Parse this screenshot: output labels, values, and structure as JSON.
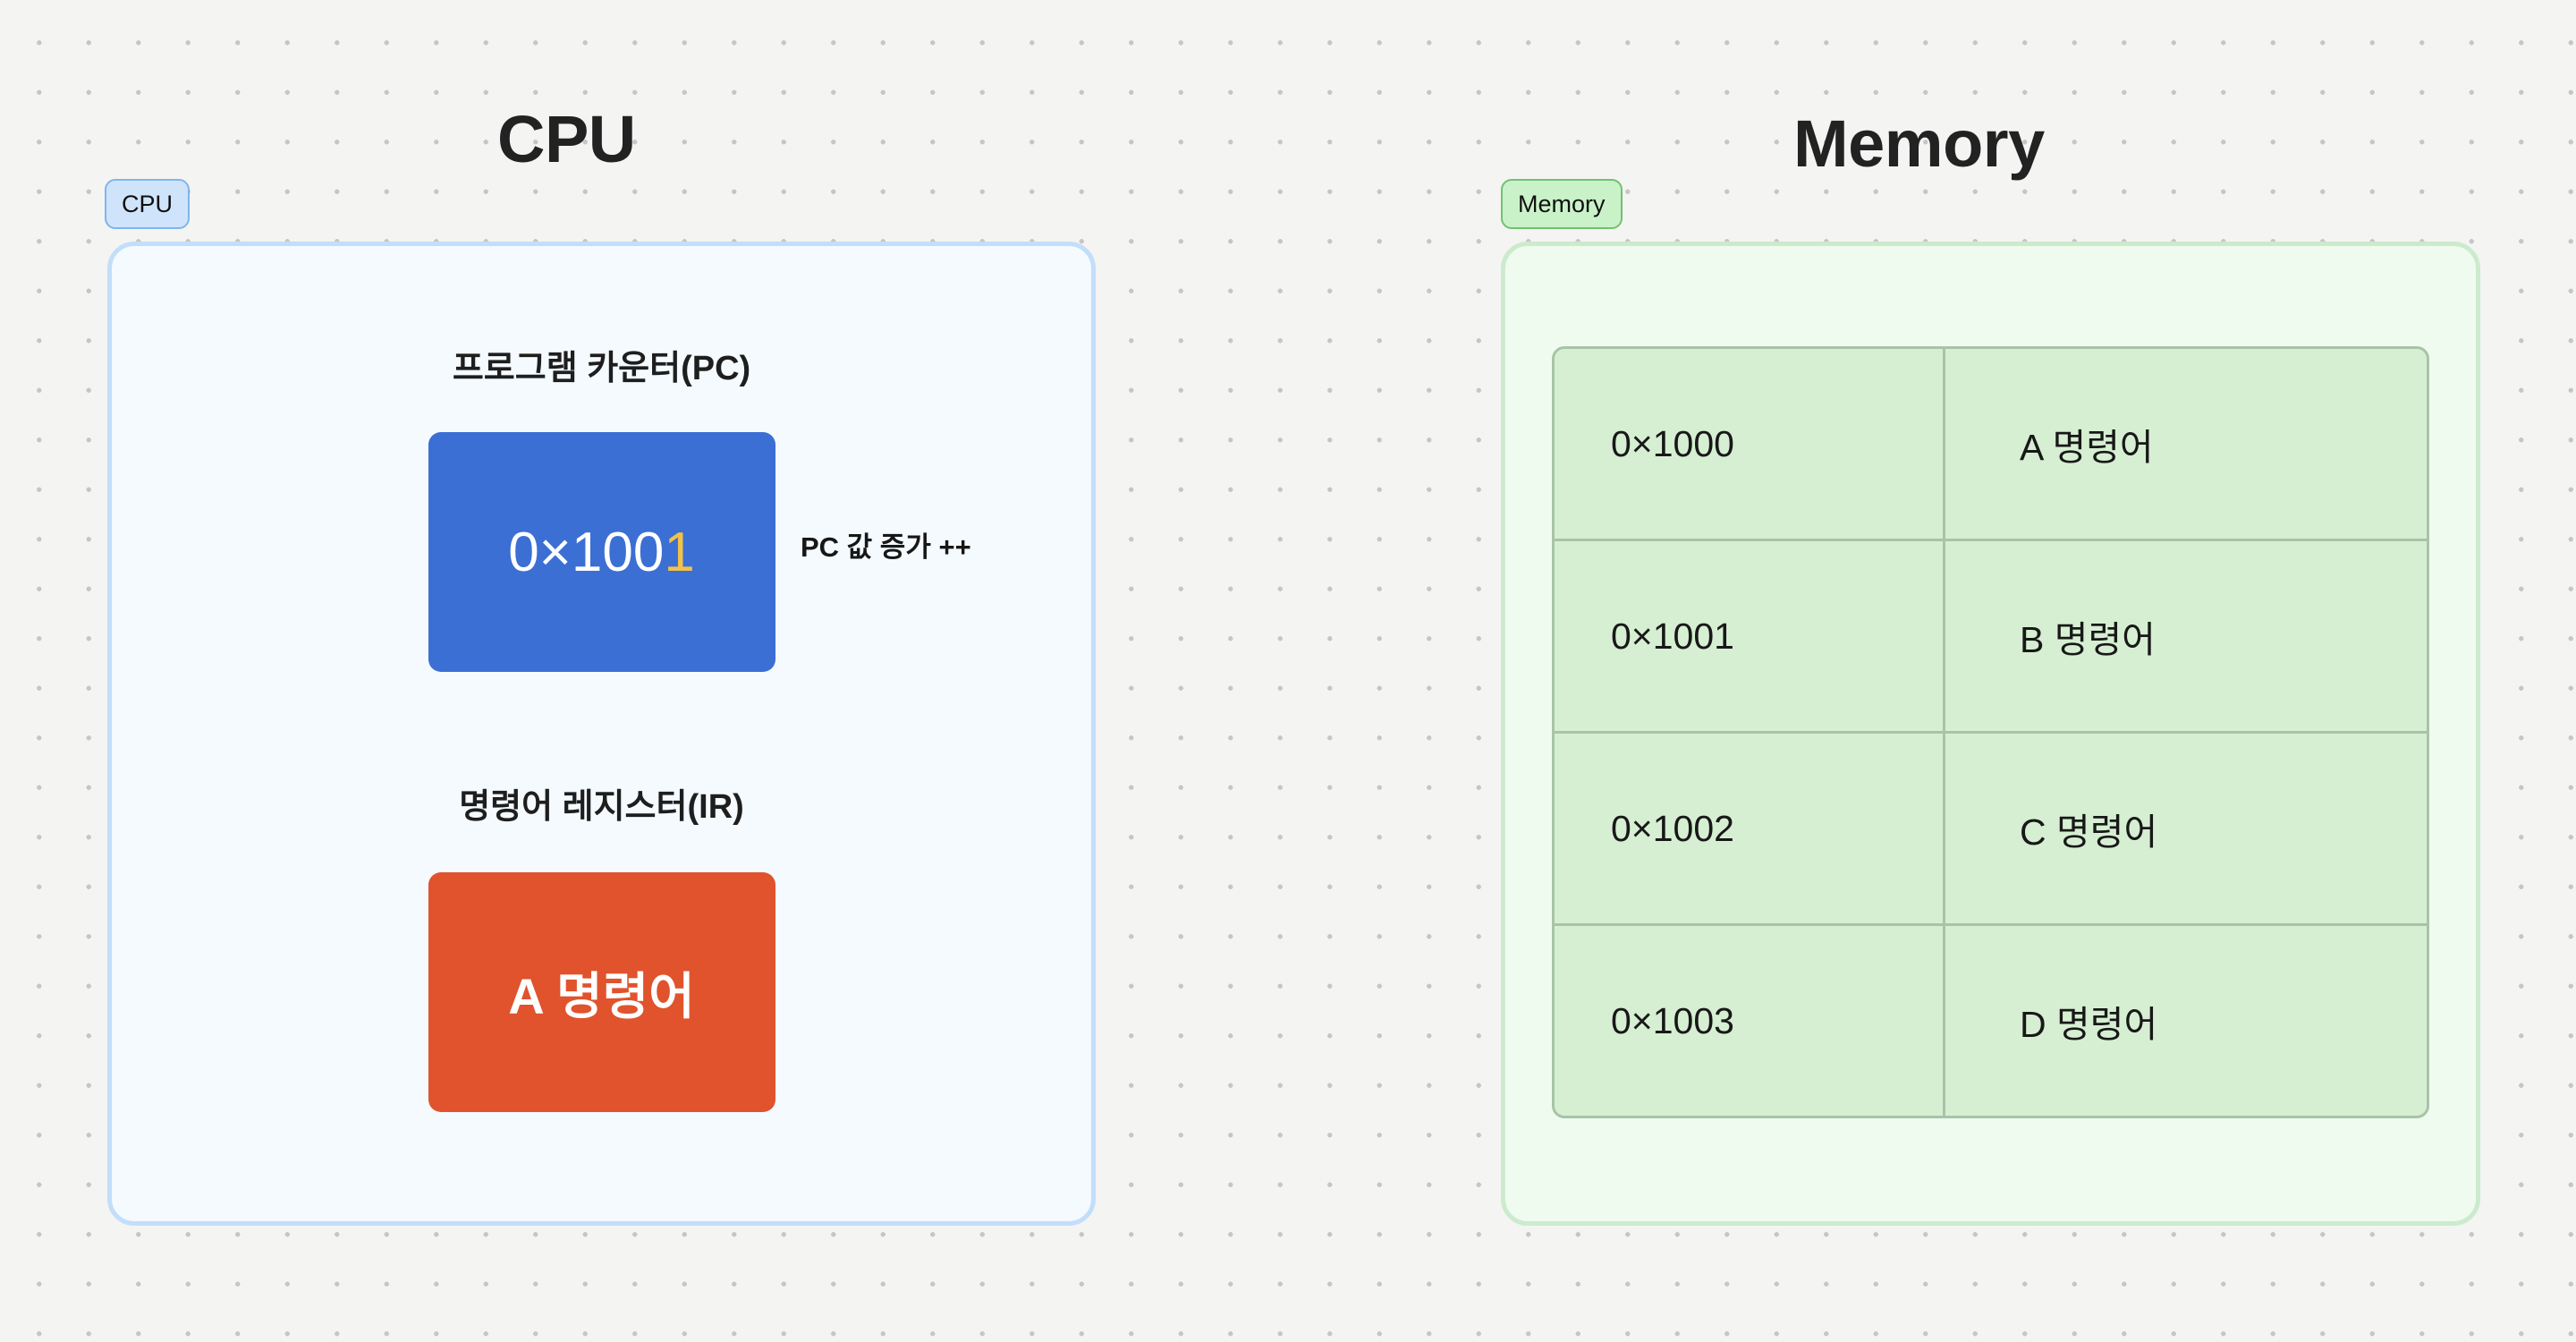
{
  "cpu": {
    "title": "CPU",
    "badge": "CPU",
    "program_counter": {
      "label": "프로그램 카운터(PC)",
      "value_prefix": "0×100",
      "value_highlight": "1",
      "value_full": "0×1001",
      "box_color": "#3B6FD4",
      "highlight_color": "#F2C14A",
      "note": "PC 값 증가 ++"
    },
    "instruction_register": {
      "label": "명령어 레지스터(IR)",
      "value": "A 명령어",
      "box_color": "#E0532C"
    }
  },
  "memory": {
    "title": "Memory",
    "badge": "Memory",
    "rows": [
      {
        "address": "0×1000",
        "instruction": "A 명령어"
      },
      {
        "address": "0×1001",
        "instruction": "B 명령어"
      },
      {
        "address": "0×1002",
        "instruction": "C 명령어"
      },
      {
        "address": "0×1003",
        "instruction": "D 명령어"
      }
    ]
  },
  "theme": {
    "background": "#F4F4F3",
    "dot_color": "#C6C6C6",
    "cpu_panel_bg": "#F4FAFE",
    "cpu_panel_border": "#C2DEFA",
    "memory_panel_bg": "#F0FBF0",
    "memory_panel_border": "#CCEBCC",
    "memory_cell_bg": "#D6EFD2",
    "memory_grid_line": "#A8C4A8"
  }
}
